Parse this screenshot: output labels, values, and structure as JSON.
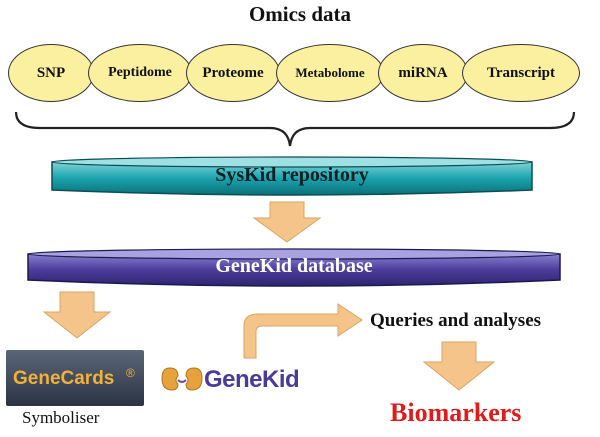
{
  "title": "Omics data",
  "omics_types": [
    "SNP",
    "Peptidome",
    "Proteome",
    "Metabolome",
    "miRNA",
    "Transcript"
  ],
  "repository_label": "SysKid  repository",
  "database_label": "GeneKid  database",
  "queries_label": "Queries and analyses",
  "biomarkers_label": "Biomarkers",
  "genecards_label": "GeneCards",
  "genecards_reg": "®",
  "genekid_label": "GeneKid",
  "symboliser_label": "Symboliser",
  "colors": {
    "oval_fill": "#fbf0a0",
    "repository_fill": "#1aa3ad",
    "database_fill": "#4b3c9a",
    "arrow_fill": "#f5c48a",
    "biomarkers_text": "#e01b1b"
  },
  "icons": [
    "brace-icon",
    "down-arrow-icon",
    "bent-arrow-icon",
    "kidney-logo-icon"
  ]
}
